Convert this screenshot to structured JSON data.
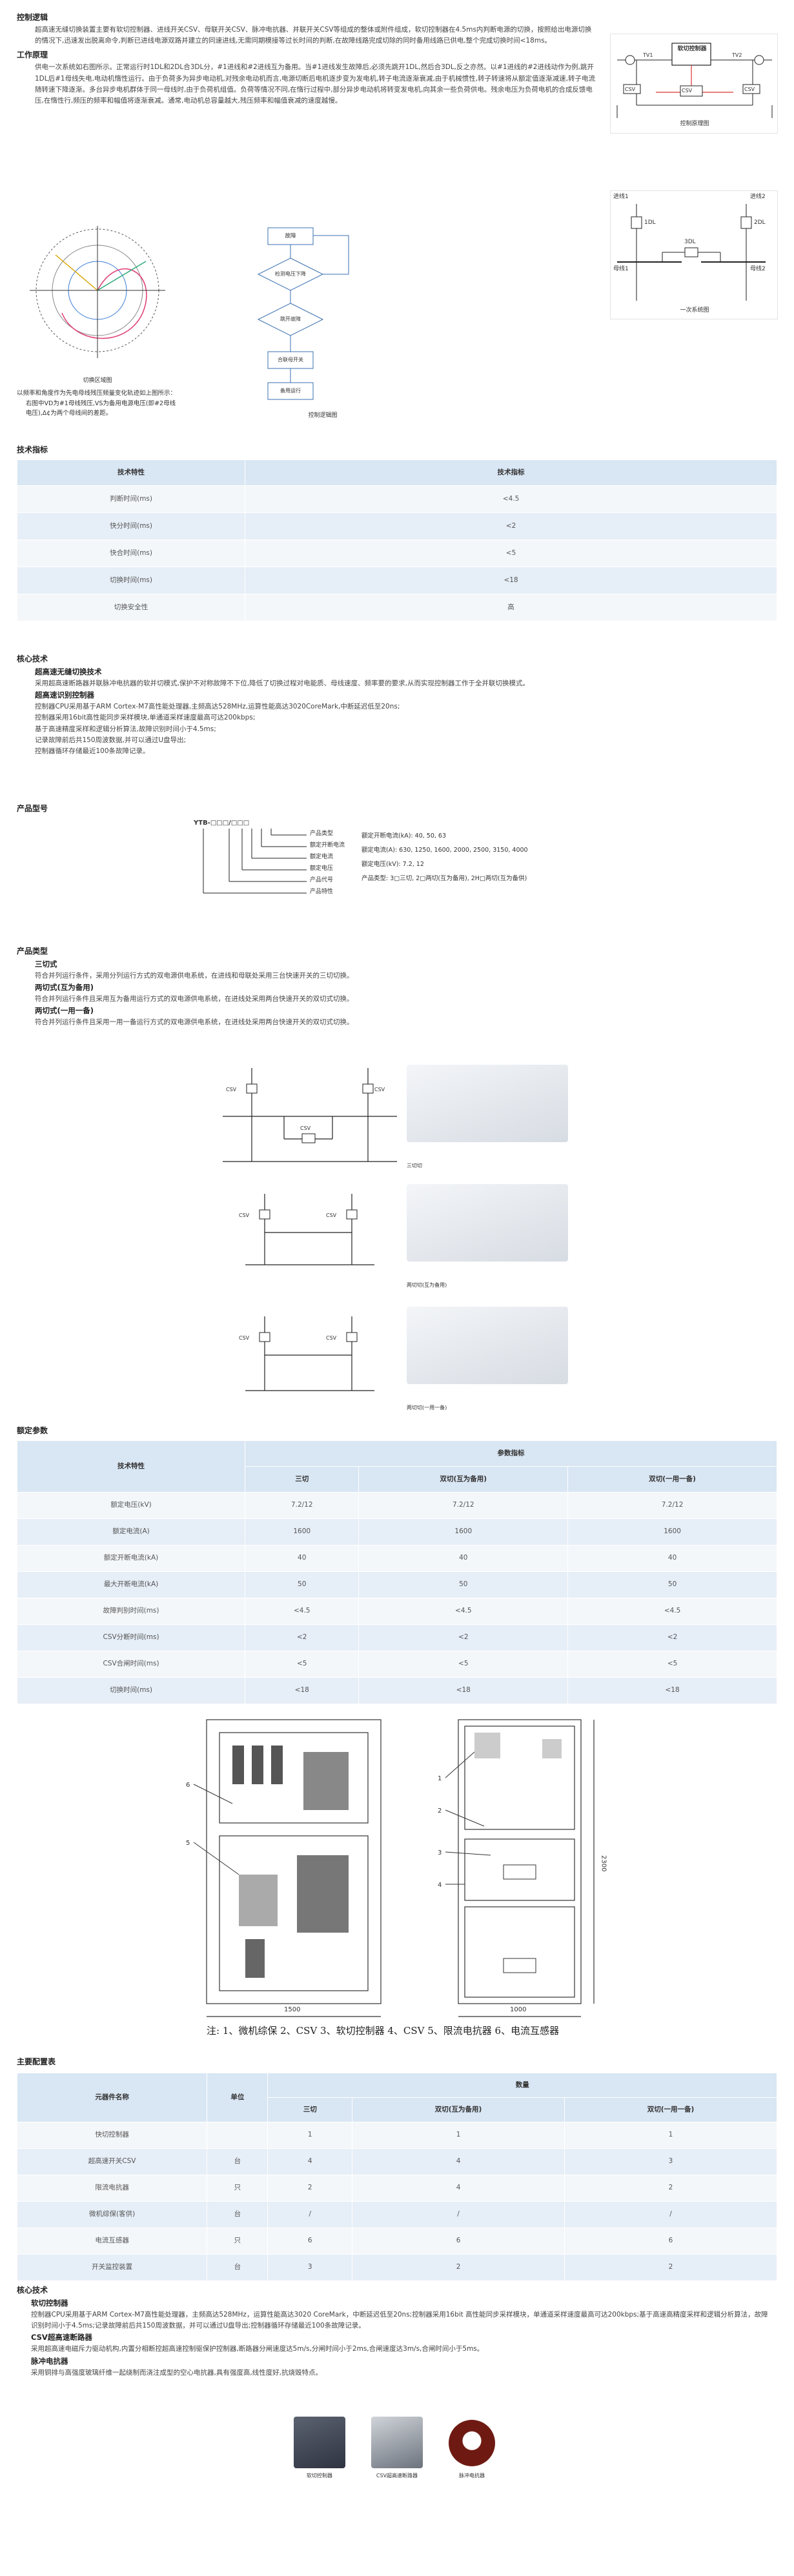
{
  "intro": {
    "control_logic_title": "控制逻辑",
    "control_logic_text": "超高速无缝切换装置主要有软切控制器、进线开关CSV、母联开关CSV、脉冲电抗器、并联开关CSV等组成的整体或附件组成，软切控制器在4.5ms内判断电源的切换，按照给出电源切换的情况下,迅速发出脱离命令,判断已进线电源双路并建立的同速进线,无需同期模接等过长时间的判断,在故障线路完成切除的同时备用线路已供电,整个完成切换时间<18ms。",
    "principle_title": "工作原理",
    "principle_text": "供电一次系统如右图所示。正常运行时1DL和2DL合3DL分，#1进线和#2进线互为备用。当#1进线发生故障后,必须先跳开1DL,然后合3DL,反之亦然。以#1进线的#2进线动作为例,跳开1DL后#1母线失电,电动机惰性运行。由于负荷多为异步电动机,对残余电动机而言,电源切断后电机逐步变为发电机,转子电流逐渐衰减,由于机械惯性,转子转速将从额定值逐渐减速,转子电流随转速下降逐渐。多台异步电机群体于同一母线时,由于负荷机组值。负荷等情况不同,在惰行过程中,部分异步电动机将转变发电机,向其余一些负荷供电。残余电压为负荷电机的合成反馈电压,在惰性行,频压的频率和幅值将逐渐衰减。通常,电动机总容量越大,残压频率和幅值衰减的速度越慢。",
    "fig_phase_caption": "切换区域图",
    "fig_phase_note1": "以频率和角度作为先电母线残压频量变化轨迹如上图所示：",
    "fig_phase_note2": "右图中VD为#1母线残压,VS为备用电源电压(即#2母线电压),Δ¢为两个母线间的差距。",
    "fig_flow_caption": "控制逻辑图",
    "fig_ctrl_caption": "控制原理图",
    "fig_onewire_caption": "一次系统图",
    "flow_nodes": [
      "故障",
      "检测电压下降",
      "跳开故障",
      "合联母开关",
      "备用运行"
    ],
    "ctrl_labels": [
      "软切控制器",
      "CSV",
      "CSV",
      "CSV",
      "TV1",
      "TV2"
    ],
    "onewire_labels": [
      "进线1",
      "进线2",
      "1DL",
      "2DL",
      "3DL",
      "母线1",
      "母线2"
    ]
  },
  "tech_index": {
    "title": "技术指标",
    "headers": [
      "技术特性",
      "技术指标"
    ],
    "rows": [
      [
        "判断时间(ms)",
        "<4.5"
      ],
      [
        "快分时间(ms)",
        "<2"
      ],
      [
        "快合时间(ms)",
        "<5"
      ],
      [
        "切换时间(ms)",
        "<18"
      ],
      [
        "切换安全性",
        "高"
      ]
    ]
  },
  "core_tech": {
    "title": "核心技术",
    "items": [
      {
        "heading": "超高速无缝切换技术",
        "lines": [
          "采用超高速断路器并联脉冲电抗器的软并切模式,保护不对称故障不下位,降低了切换过程对电能质、母线速度、频率要的要求,从而实现控制器工作于全并联切换模式。"
        ]
      },
      {
        "heading": "超高速识别控制器",
        "lines": [
          "控制器CPU采用基于ARM Cortex-M7高性能处理器,主频高达528MHz,运算性能高达3020CoreMark,中断延迟低至20ns;",
          "控制器采用16bit高性能同步采样模块,单通道采样速度最高可达200kbps;",
          "基于高速精度采样和逻辑分析算法,故障识别时间小于4.5ms;",
          "记录故障前后共150周波数据,并可以通过U盘导出;",
          "控制器循环存储最近100条故障记录。"
        ]
      }
    ]
  },
  "model": {
    "title": "产品型号",
    "code": "YTB-□□□/□□□",
    "legend": [
      "产品类型",
      "额定开断电流",
      "额定电流",
      "额定电压",
      "产品代号",
      "产品特性"
    ],
    "specs": [
      {
        "k": "额定开断电流(kA):",
        "v": "40, 50, 63"
      },
      {
        "k": "额定电流(A):",
        "v": "630, 1250, 1600, 2000, 2500, 3150, 4000"
      },
      {
        "k": "额定电压(kV):",
        "v": "7.2, 12"
      },
      {
        "k": "产品类型:",
        "v": "3□三切, 2□两切(互为备用), 2H□两切(互为备供)"
      }
    ]
  },
  "types": {
    "title": "产品类型",
    "items": [
      {
        "name": "三切式",
        "text": "符合并列运行条件，采用分列运行方式的双电源供电系统，在进线和母联处采用三台快速开关的三切切换。"
      },
      {
        "name": "两切式(互为备用)",
        "text": "符合并列运行条件且采用互为备用运行方式的双电源供电系统，在进线处采用两台快速开关的双切式切换。"
      },
      {
        "name": "两切式(一用一备)",
        "text": "符合并列运行条件且采用一用一备运行方式的双电源供电系统，在进线处采用两台快速开关的双切式切换。"
      }
    ],
    "captions": [
      "三切切",
      "两切切(互为备用)",
      "两切切(一用一备)"
    ],
    "csv_label": "CSV"
  },
  "rated": {
    "title": "额定参数",
    "col_feature": "技术特性",
    "col_group": "参数指标",
    "sub_headers": [
      "三切",
      "双切(互为备用)",
      "双切(一用一备)"
    ],
    "rows": [
      [
        "额定电压(kV)",
        "7.2/12",
        "7.2/12",
        "7.2/12"
      ],
      [
        "额定电流(A)",
        "1600",
        "1600",
        "1600"
      ],
      [
        "额定开断电流(kA)",
        "40",
        "40",
        "40"
      ],
      [
        "最大开断电流(kA)",
        "50",
        "50",
        "50"
      ],
      [
        "故障判别时间(ms)",
        "<4.5",
        "<4.5",
        "<4.5"
      ],
      [
        "CSV分断时间(ms)",
        "<2",
        "<2",
        "<2"
      ],
      [
        "CSV合闸时间(ms)",
        "<5",
        "<5",
        "<5"
      ],
      [
        "切换时间(ms)",
        "<18",
        "<18",
        "<18"
      ]
    ]
  },
  "cabinet": {
    "caption": "注: 1、微机综保 2、CSV 3、软切控制器 4、CSV 5、限流电抗器 6、电流互感器",
    "dims": [
      "1000",
      "2300",
      "1500"
    ],
    "callouts": [
      "1",
      "2",
      "3",
      "4",
      "5",
      "6"
    ]
  },
  "config": {
    "title": "主要配置表",
    "col_name": "元器件名称",
    "col_unit": "单位",
    "col_group": "数量",
    "sub_headers": [
      "三切",
      "双切(互为备用)",
      "双切(一用一备)"
    ],
    "rows": [
      [
        "快切控制器",
        "",
        "1",
        "1",
        "1"
      ],
      [
        "超高速开关CSV",
        "台",
        "4",
        "4",
        "3"
      ],
      [
        "限流电抗器",
        "只",
        "2",
        "4",
        "2"
      ],
      [
        "微机综保(客供)",
        "台",
        "/",
        "/",
        "/"
      ],
      [
        "电流互感器",
        "只",
        "6",
        "6",
        "6"
      ],
      [
        "开关监控装置",
        "台",
        "3",
        "2",
        "2"
      ]
    ]
  },
  "core2": {
    "title": "核心技术",
    "items": [
      {
        "heading": "软切控制器",
        "text": "控制器CPU采用基于ARM Cortex-M7高性能处理器，主频高达528MHz，运算性能高达3020 CoreMark，中断延迟低至20ns;控制器采用16bit 高性能同步采样模块，单通道采样速度最高可达200kbps;基于高速高精度采样和逻辑分析算法，故障识别时间小于4.5ms;记录故障前后共150周波数据，并可以通过U盘导出;控制器循环存储最近100条故障记录。"
      },
      {
        "heading": "CSV超高速断路器",
        "text": "采用超高速电磁斥力驱动机构,内置分相断控超高速控制驱保护控制器,断路器分闸速度达5m/s,分闸时间小于2ms,合闸速度达3m/s,合闸时间小于5ms。"
      },
      {
        "heading": "脉冲电抗器",
        "text": "采用铜排与高强度玻璃纤维一起绕制而浇注成型的空心电抗器,具有强度高,线性度好,抗烧毁特点。"
      }
    ],
    "products": [
      "软切控制器",
      "CSV超高速断路器",
      "脉冲电抗器"
    ]
  }
}
